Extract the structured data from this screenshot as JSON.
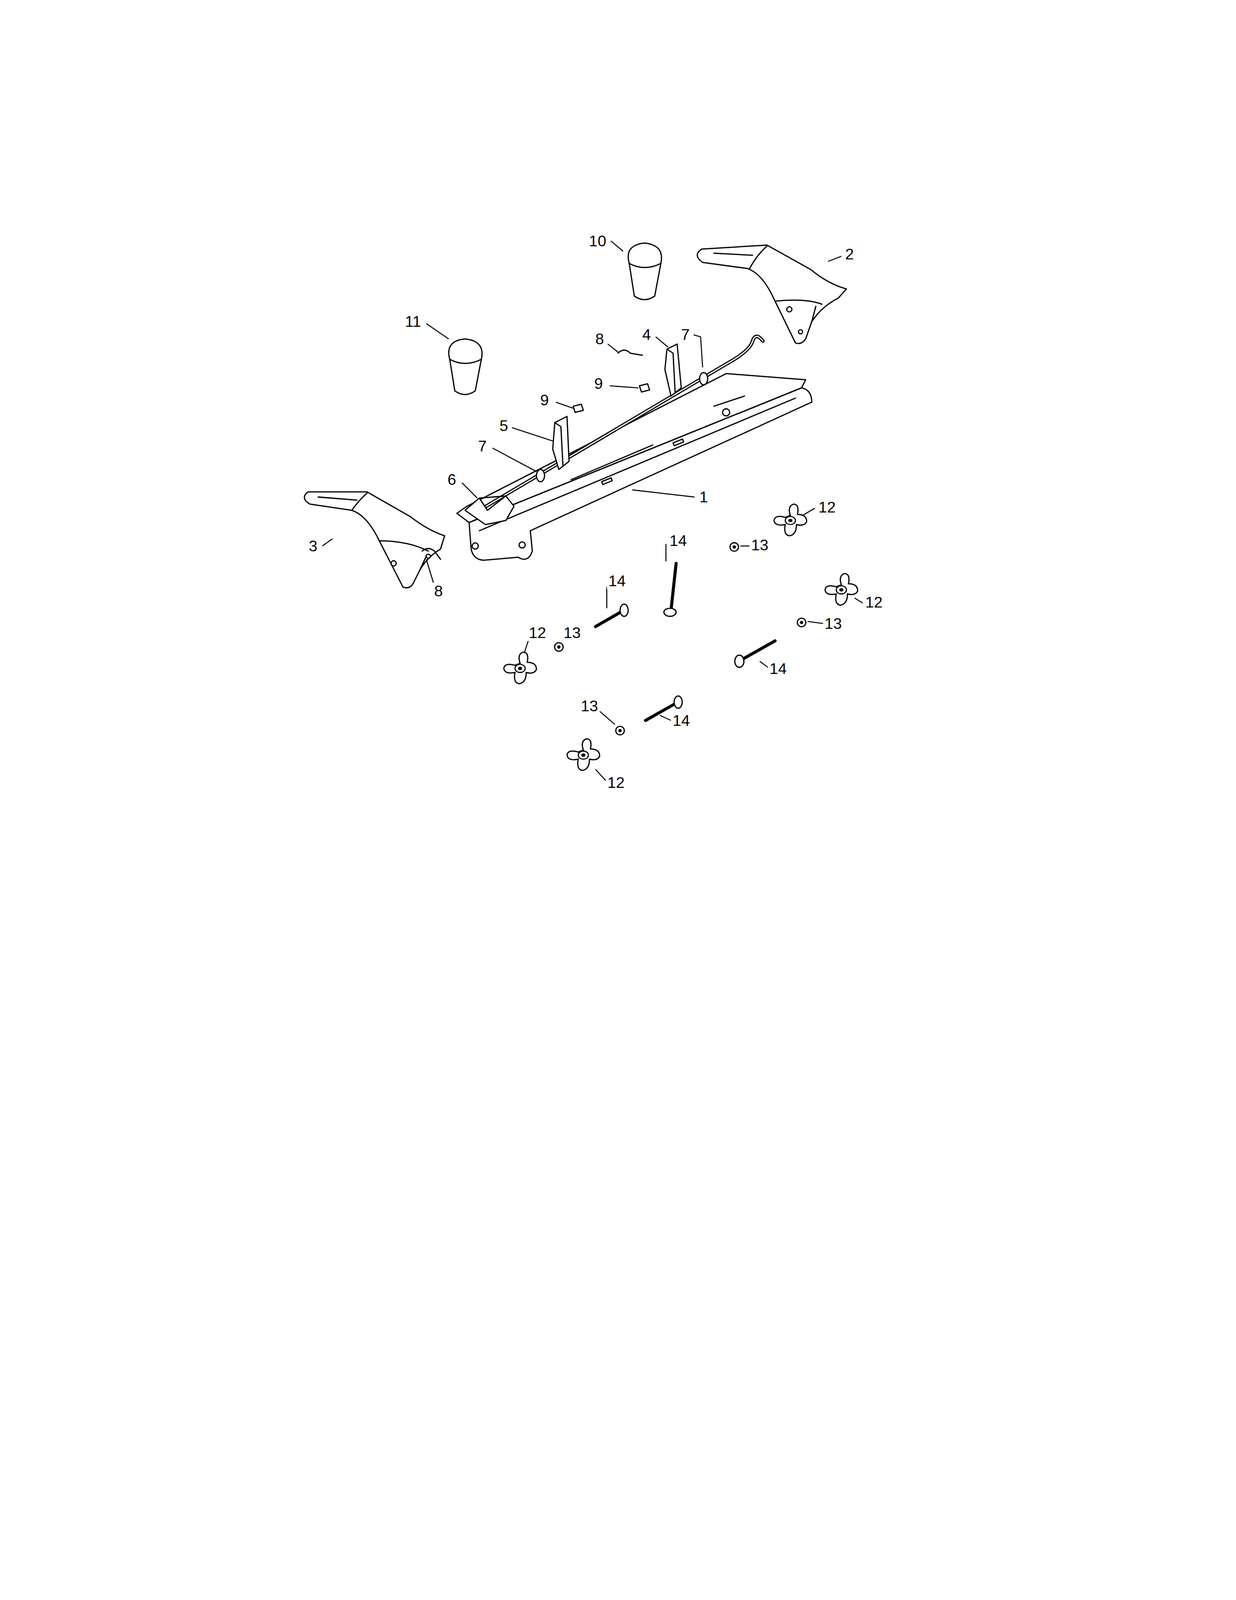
{
  "diagram": {
    "labels": [
      "10",
      "2",
      "11",
      "8",
      "4",
      "7",
      "9",
      "9",
      "5",
      "7",
      "6",
      "1",
      "12",
      "13",
      "14",
      "3",
      "14",
      "8",
      "12",
      "12",
      "13",
      "13",
      "14",
      "13",
      "14",
      "12"
    ]
  }
}
